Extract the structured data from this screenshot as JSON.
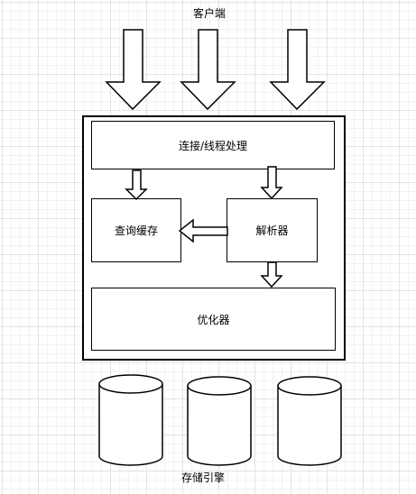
{
  "diagram": {
    "client_label": "客户端",
    "storage_label": "存储引擎",
    "nodes": {
      "connection": "连接/线程处理",
      "query_cache": "查询缓存",
      "parser": "解析器",
      "optimizer": "优化器"
    }
  }
}
